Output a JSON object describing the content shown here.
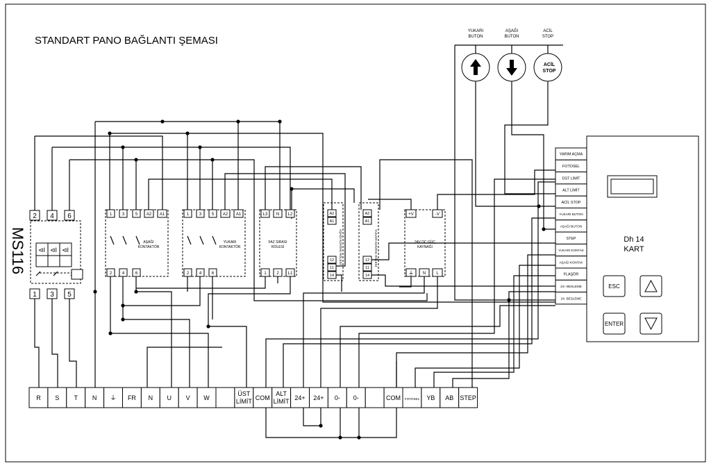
{
  "title": "STANDART PANO BAĞLANTI ŞEMASI",
  "ms": {
    "label": "MS116",
    "top_terminals": [
      "2",
      "4",
      "6"
    ],
    "bottom_terminals": [
      "1",
      "3",
      "5"
    ],
    "coil_symbols": [
      "⊲I",
      "⊲I",
      "⊲I"
    ]
  },
  "buttons": [
    {
      "label_lines": [
        "YUKARI",
        "BUTON"
      ],
      "icon": "arrow-up-icon"
    },
    {
      "label_lines": [
        "AŞAĞI",
        "BUTON"
      ],
      "icon": "arrow-down-icon"
    },
    {
      "label_lines": [
        "ACİL",
        "STOP"
      ],
      "inner_lines": [
        "ACİL",
        "STOP"
      ],
      "icon": "emergency-stop-icon"
    }
  ],
  "contactors": [
    {
      "name_lines": [
        "AŞAĞI",
        "KONTAKTÖR"
      ],
      "top": [
        "1",
        "3",
        "5",
        "A2",
        "A1"
      ],
      "bottom": [
        "2",
        "4",
        "6"
      ]
    },
    {
      "name_lines": [
        "YUKARI",
        "KONTAKTÖR"
      ],
      "top": [
        "1",
        "3",
        "5",
        "A2",
        "A1"
      ],
      "bottom": [
        "2",
        "4",
        "6"
      ]
    }
  ],
  "phase_relay": {
    "name_lines": [
      "FAZ SIRASI",
      "RÖLESİ"
    ],
    "top": [
      "L3",
      "N",
      "L2"
    ],
    "bottom": [
      "1",
      "2",
      "L1"
    ]
  },
  "relays": [
    {
      "vertical_label": "AŞAĞI KONTAK RÖLESİ",
      "top": [
        "A2",
        "A1"
      ],
      "bottom": [
        "12",
        "11",
        "14"
      ]
    },
    {
      "vertical_label": "YUKARI KONTAK RÖLESİ",
      "top": [
        "A2",
        "A1"
      ],
      "bottom": [
        "12",
        "11",
        "14"
      ]
    }
  ],
  "psu": {
    "name_lines": [
      "24V DC GÜÇ",
      "KAYNAĞI"
    ],
    "top": [
      "+V",
      "-V"
    ],
    "bottom": [
      "⏚",
      "N",
      "L"
    ]
  },
  "card": {
    "title_lines": [
      "Dh 14",
      "KART"
    ],
    "inputs": [
      "YARIM AÇMA",
      "FOTOSEL",
      "ÜST LİMİT",
      "ALT LİMİT",
      "ACİL STOP",
      "YUKARI BUTON",
      "AŞAĞI BUTON",
      "STEP",
      "YUKARI KONTAK",
      "AŞAĞI KONTAK",
      "FLAŞÖR",
      "24+ BESLEME",
      "24- BESLEME"
    ],
    "keys": [
      "ESC",
      "ENTER"
    ]
  },
  "terminals": [
    {
      "l1": "R"
    },
    {
      "l1": "S"
    },
    {
      "l1": "T"
    },
    {
      "l1": "N"
    },
    {
      "l1": "⏚"
    },
    {
      "l1": "FR"
    },
    {
      "l1": "N"
    },
    {
      "l1": "U"
    },
    {
      "l1": "V"
    },
    {
      "l1": "W"
    },
    {
      "l1": ""
    },
    {
      "l1": "ÜST",
      "l2": "LİMİT"
    },
    {
      "l1": "COM"
    },
    {
      "l1": "ALT",
      "l2": "LİMİT"
    },
    {
      "l1": "24+"
    },
    {
      "l1": "24+"
    },
    {
      "l1": "0-"
    },
    {
      "l1": "0-"
    },
    {
      "l1": ""
    },
    {
      "l1": "COM"
    },
    {
      "l1": "FOTOSEL",
      "small": true
    },
    {
      "l1": "YB"
    },
    {
      "l1": "AB"
    },
    {
      "l1": "STEP"
    }
  ]
}
